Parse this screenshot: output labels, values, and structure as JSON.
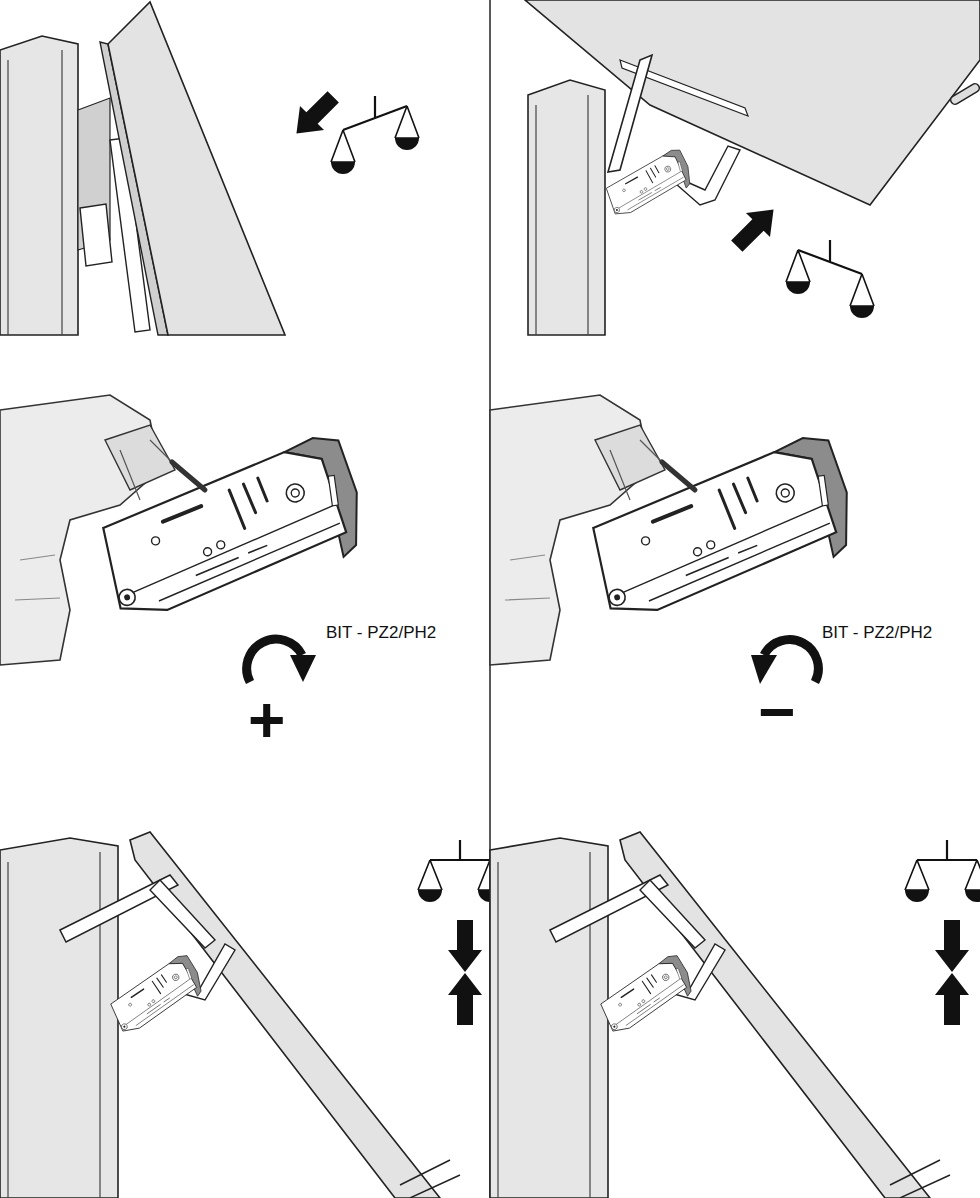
{
  "diagram": {
    "labels": [
      "+",
      "BIT - PZ2/PH2",
      "−",
      "BIT - PZ2/PH2"
    ]
  }
}
